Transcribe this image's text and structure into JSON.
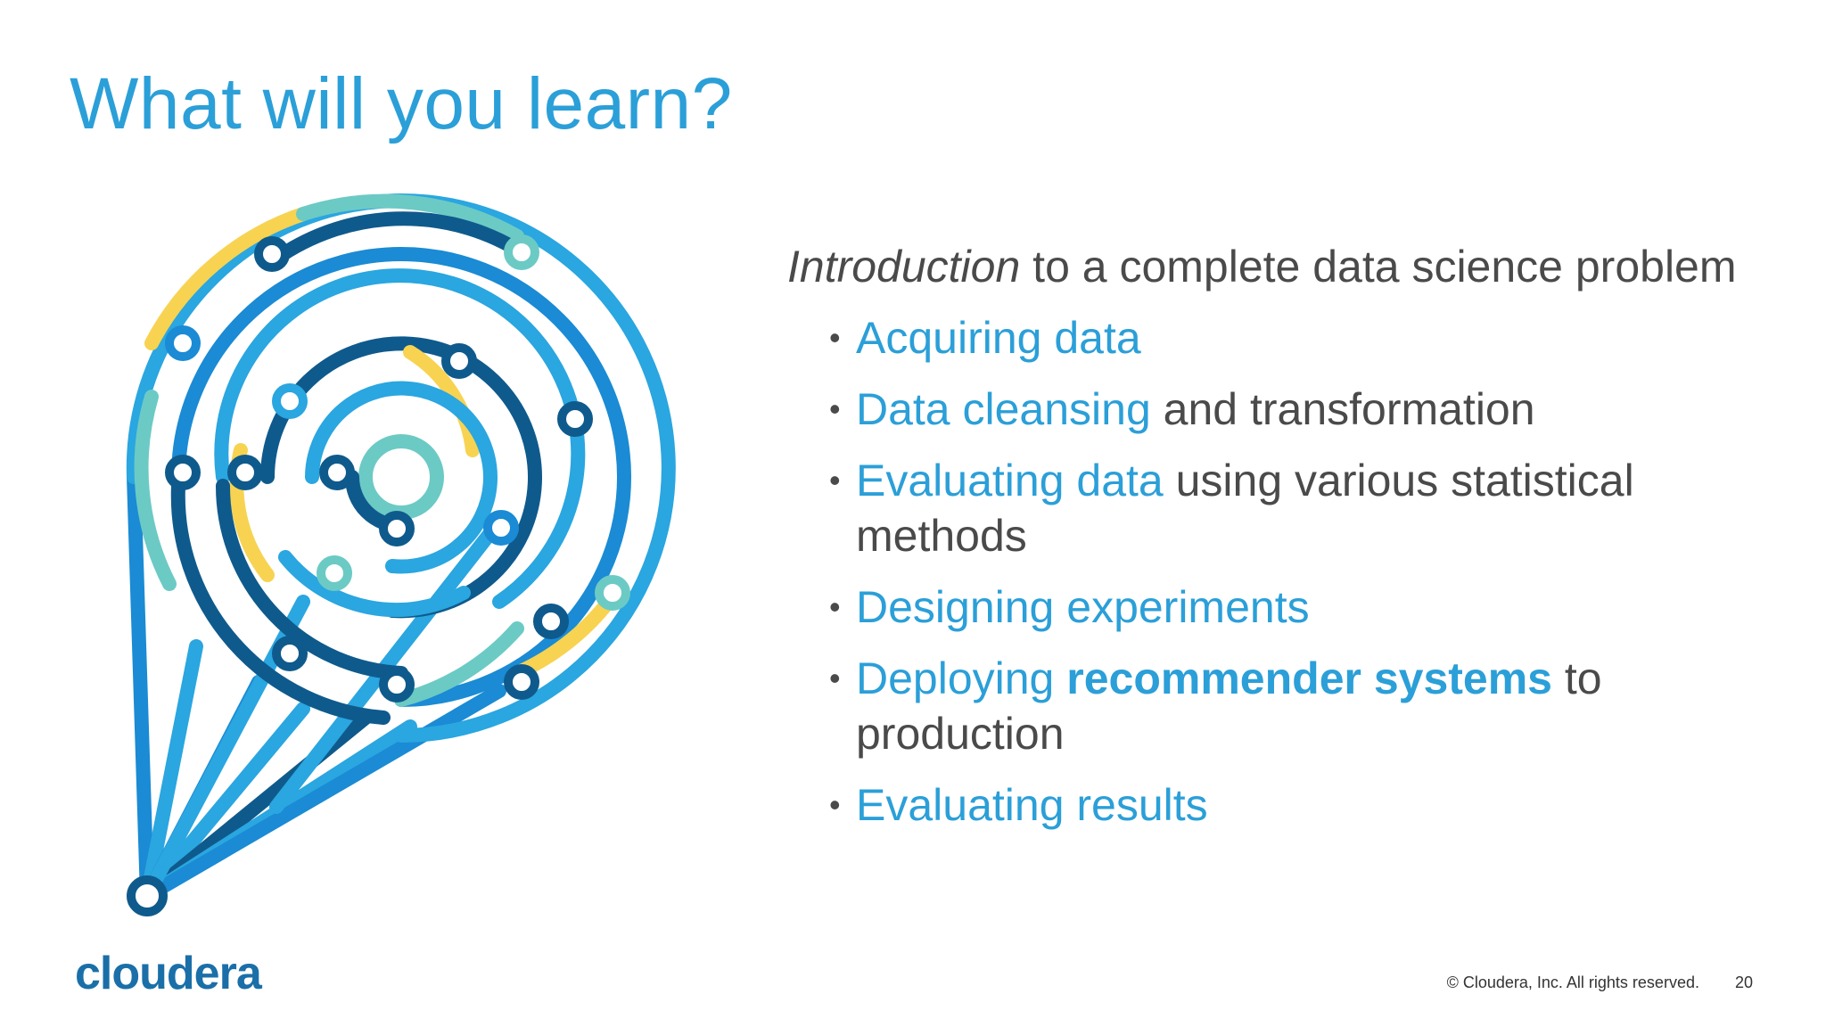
{
  "slide": {
    "title": "What will you learn?",
    "intro": {
      "italic": "Introduction",
      "rest": " to a complete data science problem"
    },
    "bullets": [
      {
        "highlight": "Acquiring data",
        "rest": ""
      },
      {
        "highlight": "Data cleansing",
        "rest": " and transformation"
      },
      {
        "highlight": "Evaluating data",
        "rest": " using various statistical methods"
      },
      {
        "highlight": "Designing experiments",
        "rest": ""
      },
      {
        "highlight": "Deploying ",
        "bold": "recommender systems",
        "rest": " to production"
      },
      {
        "highlight": "Evaluating results",
        "rest": ""
      }
    ],
    "bullet_glyph": "•"
  },
  "logo": {
    "text": "cloudera"
  },
  "footer": {
    "copyright": "© Cloudera, Inc. All rights reserved.",
    "page_number": "20"
  },
  "colors": {
    "accent_blue": "#2b9fd8",
    "dark_blue": "#0f5a8c",
    "mid_blue": "#1a8bd4",
    "teal": "#6ccac5",
    "yellow": "#f7d351",
    "text_gray": "#4a4a4a"
  },
  "graphic": {
    "icon": "location-pin-circuit-icon"
  }
}
